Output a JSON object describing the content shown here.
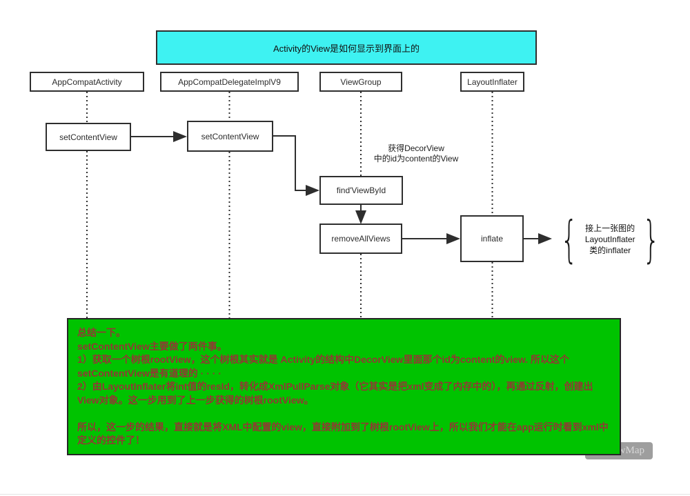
{
  "title": "Activity的View是如何显示到界面上的",
  "lanes": [
    {
      "label": "AppCompatActivity"
    },
    {
      "label": "AppCompatDelegateImplV9"
    },
    {
      "label": "ViewGroup"
    },
    {
      "label": "LayoutInflater"
    }
  ],
  "nodes": {
    "set_content_view_1": "setContentView",
    "set_content_view_2": "setContentView",
    "find_view_by_id": "find'ViewById",
    "remove_all_views": "removeAllViews",
    "inflate": "inflate"
  },
  "annotations": {
    "decor_note_line1": "获得DecorView",
    "decor_note_line2": "中的id为content的View",
    "brace_left": "{",
    "brace_right": "}",
    "brace_note_line1": "接上一张图的",
    "brace_note_line2": "LayoutInflater",
    "brace_note_line3": "类的inflater"
  },
  "summary": {
    "lines": [
      "总结一下。",
      "setContentView主要做了两件事。",
      "1）获取一个树根rootView，这个树根其实就是 Activity的结构中DecorView里面那个id为content的view. 所以这个setContentView是有道理的 · · · ·",
      "2）由LayoutInflater将int值的resId，转化成XmlPullParse对象（它其实是把xml变成了内存中的），再通过反射，创建出View对象。这一步用到了上一步获得的树根rootView。",
      "",
      "所以，这一步的结果，直接就是将XML中配置的view，直接附加到了树根rootView上，所以我们才能在app运行时看到xml中定义的控件了！"
    ]
  },
  "watermark": "wMap",
  "colors": {
    "title_bg": "#3EF2F2",
    "summary_bg": "#00C300",
    "summary_text": "#943634",
    "box_border": "#2E2E2E",
    "watermark_bg": "#9E9E9E",
    "watermark_text": "#D8D8D8"
  }
}
